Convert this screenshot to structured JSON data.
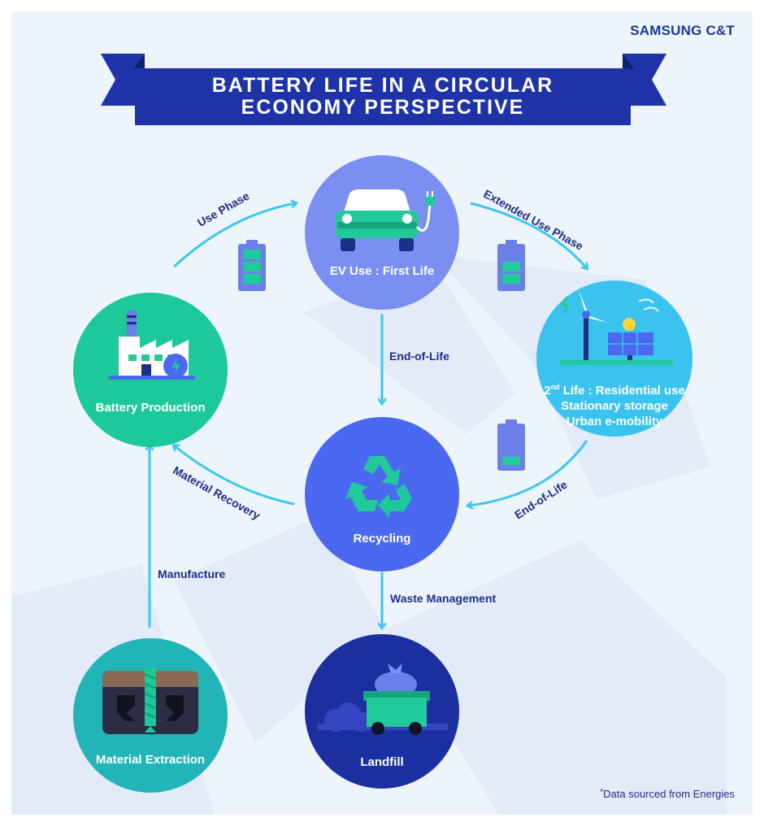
{
  "brand": "SAMSUNG C&T",
  "title": {
    "line1": "BATTERY LIFE IN A CIRCULAR",
    "line2": "ECONOMY PERSPECTIVE"
  },
  "nodes": {
    "ev_use": {
      "label": "EV Use : First Life",
      "color": "#7b8ff2"
    },
    "second_life": {
      "label_sup_prefix": "2",
      "label_sup": "nd",
      "label_line1_rest": " Life : Residential use",
      "label_line2": "Stationary storage",
      "label_line3": "Urban e-mobility",
      "color": "#3bc3f0"
    },
    "battery_production": {
      "label": "Battery Production",
      "color": "#1dc99a"
    },
    "recycling": {
      "label": "Recycling",
      "color": "#4b69f0"
    },
    "material_extraction": {
      "label": "Material Extraction",
      "color": "#22b5b8"
    },
    "landfill": {
      "label": "Landfill",
      "color": "#1c2fa0"
    }
  },
  "edges": {
    "use_phase": "Use Phase",
    "extended_use_phase": "Extended Use Phase",
    "end_of_life_center": "End-of-Life",
    "end_of_life_right": "End-of-Life",
    "material_recovery": "Material Recovery",
    "manufacture": "Manufacture",
    "waste_management": "Waste Management"
  },
  "footnote": {
    "star": "*",
    "text": "Data sourced from Energies"
  },
  "colors": {
    "arrow": "#3cc8f0",
    "battery_body": "#6b7fe8",
    "battery_cell": "#22c99a",
    "title_bar": "#1e33a8",
    "text_dark": "#1e2f86"
  },
  "icons": {
    "ev_use": "electric-car-icon",
    "second_life": "wind-turbine-solar-icon",
    "battery_production": "factory-icon",
    "recycling": "recycle-icon",
    "material_extraction": "mining-drill-icon",
    "landfill": "dumpster-icon",
    "battery_full": "battery-icon",
    "battery_mid": "battery-icon",
    "battery_low": "battery-icon"
  }
}
